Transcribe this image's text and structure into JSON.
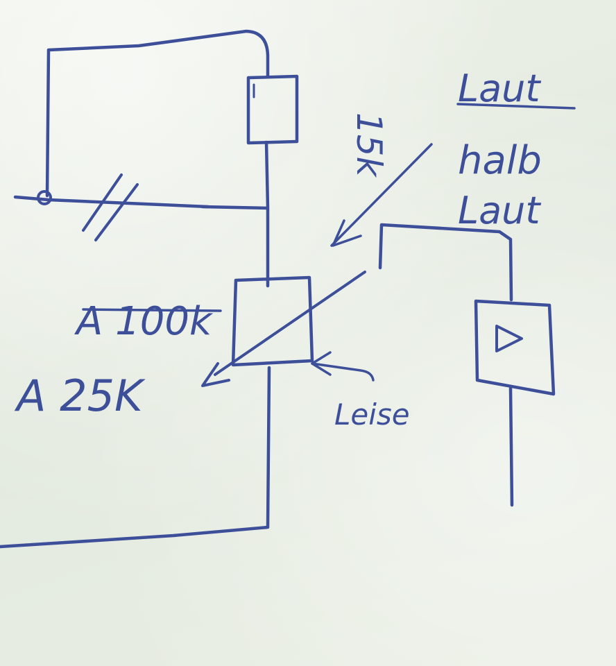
{
  "colors": {
    "ink": "#3e4f9a",
    "ink_light": "#5565a8"
  },
  "labels": {
    "pot_value_old": "A 100k",
    "pot_value_new": "A 25K",
    "switch_label": "15k",
    "position_laut": "Laut",
    "position_halb": "halb",
    "position_halb_laut": "Laut",
    "position_leise": "Leise"
  }
}
